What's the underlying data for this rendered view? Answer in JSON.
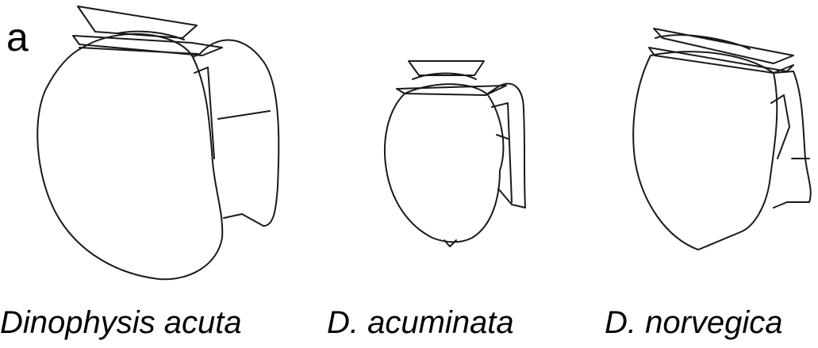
{
  "panel_label": "a",
  "species": [
    {
      "name": "Dinophysis acuta"
    },
    {
      "name": "D. acuminata"
    },
    {
      "name": "D. norvegica"
    }
  ]
}
